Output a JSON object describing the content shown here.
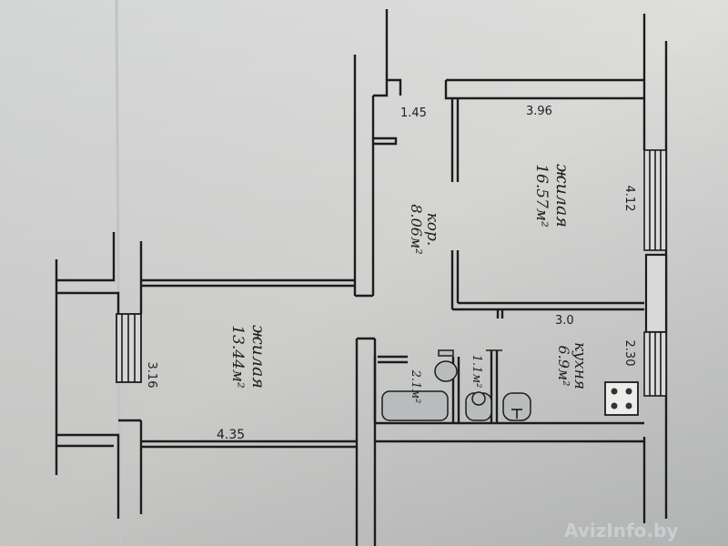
{
  "rooms": {
    "bedroom": {
      "name": "жилая",
      "area": "16.57м²"
    },
    "corridor": {
      "name": "кор.",
      "area": "8.06м²"
    },
    "living": {
      "name": "жилая",
      "area": "13.44м²"
    },
    "kitchen": {
      "name": "кухня",
      "area": "6.9м²"
    },
    "bath": {
      "area": "2.1м²"
    },
    "wc": {
      "area": "1.1м²"
    }
  },
  "dimensions": {
    "d1": "1.45",
    "d2": "3.96",
    "d3": "4.12",
    "d4": "3.0",
    "d5": "2.30",
    "d6": "3.16",
    "d7": "4.35"
  },
  "watermark": "AvizInfo.by",
  "colors": {
    "paper": "#dcdcda",
    "ink": "#1c1c1c"
  }
}
